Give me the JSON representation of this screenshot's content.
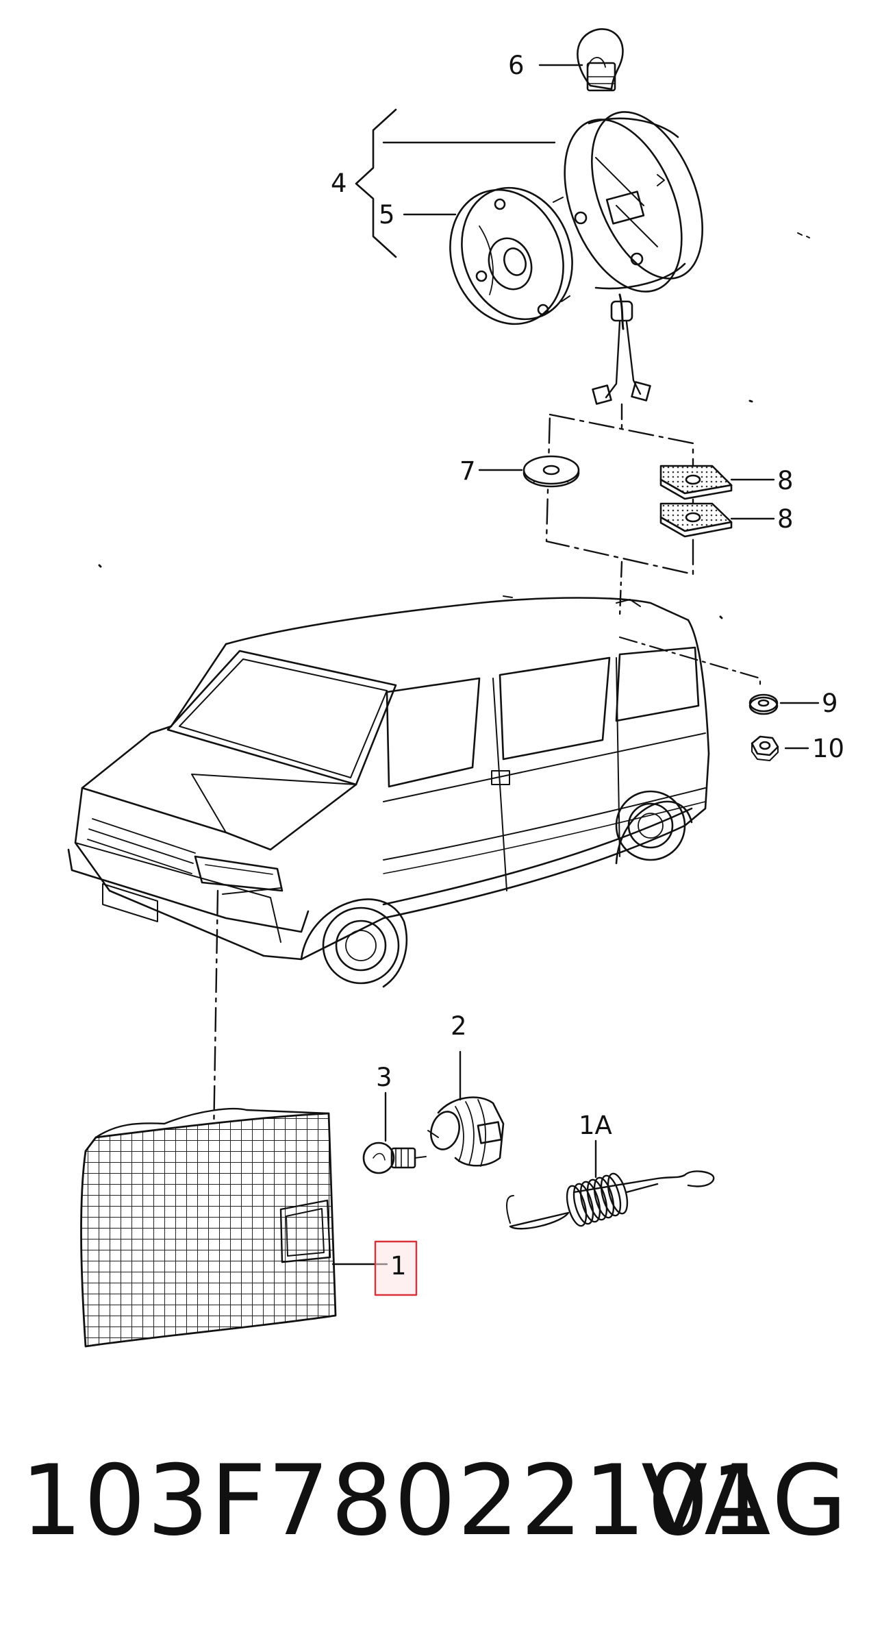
{
  "callouts": {
    "c1": "1",
    "c1a": "1A",
    "c2": "2",
    "c3": "3",
    "c4": "4",
    "c5": "5",
    "c6": "6",
    "c7": "7",
    "c8a": "8",
    "c8b": "8",
    "c9": "9",
    "c10": "10"
  },
  "footer": {
    "part_number": "103F78022101",
    "brand": "VAG"
  },
  "colors": {
    "ink": "#111111",
    "highlight_border": "#d9303a",
    "highlight_fill": "#fde3e3"
  }
}
